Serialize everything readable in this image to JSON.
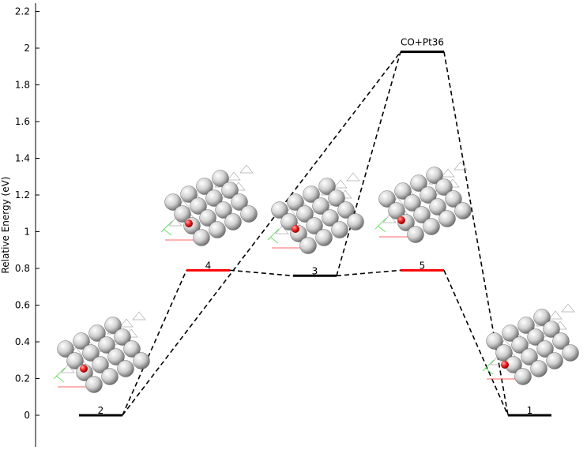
{
  "chart_data": {
    "type": "energy-level diagram",
    "ylabel": "Relative Energy (eV)",
    "ylim": [
      -0.16,
      2.24
    ],
    "yticks": [
      0,
      0.2,
      0.4,
      0.6,
      0.8,
      1,
      1.2,
      1.4,
      1.6,
      1.8,
      2,
      2.2
    ],
    "ytick_labels": [
      "0",
      "0.2",
      "0.4",
      "0.6",
      "0.8",
      "1",
      "1.2",
      "1.4",
      "1.6",
      "1.8",
      "2",
      "2.2"
    ],
    "levels": [
      {
        "label": "2",
        "energy": 0.0,
        "color": "#000000"
      },
      {
        "label": "4",
        "energy": 0.79,
        "color": "#ff0000"
      },
      {
        "label": "3",
        "energy": 0.76,
        "color": "#000000"
      },
      {
        "label": "CO+Pt36",
        "energy": 1.98,
        "color": "#000000"
      },
      {
        "label": "5",
        "energy": 0.79,
        "color": "#ff0000"
      },
      {
        "label": "1",
        "energy": 0.0,
        "color": "#000000"
      }
    ],
    "connections": [
      [
        "2",
        "4"
      ],
      [
        "4",
        "3"
      ],
      [
        "3",
        "5"
      ],
      [
        "5",
        "1"
      ],
      [
        "2",
        "CO+Pt36"
      ],
      [
        "3",
        "CO+Pt36"
      ],
      [
        "CO+Pt36",
        "1"
      ]
    ],
    "connection_style": "dashed",
    "structure_images": [
      "2",
      "4",
      "3",
      "5",
      "1"
    ],
    "grid": false
  }
}
